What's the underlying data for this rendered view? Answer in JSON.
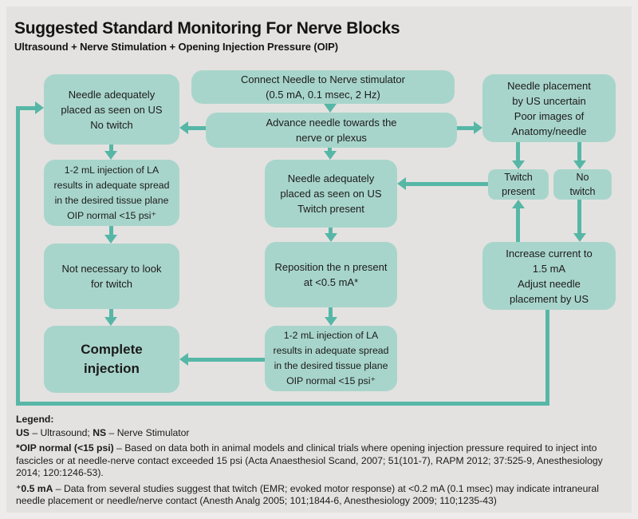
{
  "header": {
    "title": "Suggested Standard Monitoring For Nerve Blocks",
    "subtitle": "Ultrasound + Nerve Stimulation + Opening Injection Pressure (OIP)"
  },
  "colors": {
    "background": "#e3e2e0",
    "frame": "#edecea",
    "box_fill": "#a8d5cb",
    "arrow": "#57b7a7",
    "text": "#1b1b1b"
  },
  "flowchart": {
    "nodes": {
      "connect": {
        "lines": [
          "Connect Needle to Nerve stimulator",
          "(0.5 mA, 0.1 msec, 2 Hz)"
        ]
      },
      "advance": {
        "lines": [
          "Advance needle towards the",
          "nerve or plexus"
        ]
      },
      "us_no_twitch": {
        "lines": [
          "Needle adequately",
          "placed as seen on US",
          "No twitch"
        ]
      },
      "injection_left": {
        "lines": [
          "1-2 mL injection of LA",
          "results in adequate spread",
          "in the desired tissue plane",
          "OIP normal <15 psi⁺"
        ]
      },
      "not_necessary": {
        "lines": [
          "Not necessary to look",
          "for twitch"
        ]
      },
      "complete": {
        "lines": [
          "Complete",
          "injection"
        ]
      },
      "us_twitch": {
        "lines": [
          "Needle adequately",
          "placed as seen on US",
          "Twitch present"
        ]
      },
      "reposition": {
        "lines": [
          "Reposition the n present",
          "at <0.5 mA*"
        ]
      },
      "injection_mid": {
        "lines": [
          "1-2 mL injection of LA",
          "results in adequate spread",
          "in the desired tissue plane",
          "OIP normal <15 psi⁺"
        ]
      },
      "uncertain": {
        "lines": [
          "Needle placement",
          "by US uncertain",
          "Poor images of",
          "Anatomy/needle"
        ]
      },
      "twitch_present": {
        "lines": [
          "Twitch",
          "present"
        ]
      },
      "no_twitch": {
        "lines": [
          "No",
          "twitch"
        ]
      },
      "increase_current": {
        "lines": [
          "Increase current to",
          "1.5 mA",
          "Adjust needle",
          "placement by US"
        ]
      }
    }
  },
  "legend": {
    "heading": "Legend:",
    "abbrev": {
      "us_term": "US",
      "us_rest": " – Ultrasound; ",
      "ns_term": "NS",
      "ns_rest": " – Nerve Stimulator"
    },
    "oip": {
      "term": "*OIP normal (<15 psi)",
      "rest": " – Based on data both in animal models and clinical trials where opening injection pressure required to inject into fascicles or at needle-nerve contact exceeded 15 psi (Acta Anaesthesiol Scand, 2007; 51(101-7), RAPM 2012; 37:525-9, Anesthesiology 2014; 120:1246-53)."
    },
    "ma": {
      "term": "⁺0.5 mA",
      "rest": " – Data from several studies suggest that twitch (EMR; evoked motor response) at <0.2 mA (0.1 msec) may indicate intraneural needle placement or needle/nerve contact (Anesth Analg 2005; 101;1844-6, Anesthesiology 2009; 110;1235-43)"
    }
  }
}
